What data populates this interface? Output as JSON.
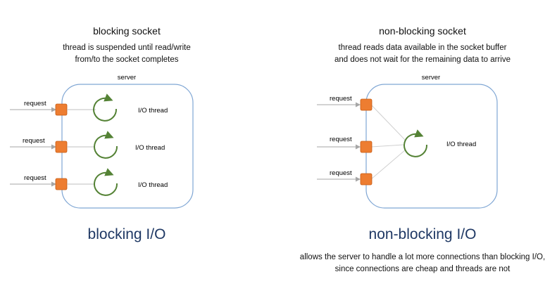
{
  "left": {
    "title": "blocking socket",
    "desc_line1": "thread is suspended until read/write",
    "desc_line2": "from/to the socket completes",
    "server_label": "server",
    "request_label": "request",
    "thread_label": "I/O thread",
    "caption": "blocking I/O"
  },
  "right": {
    "title": "non-blocking socket",
    "desc_line1": "thread reads data available in the socket buffer",
    "desc_line2": "and does not wait for the remaining data to arrive",
    "server_label": "server",
    "request_label": "request",
    "thread_label": "I/O thread",
    "caption": "non-blocking I/O",
    "note_line1": "allows the server to handle a lot more connections than blocking I/O,",
    "note_line2": "since connections are cheap and threads are not"
  },
  "colors": {
    "server_border": "#7fa6d4",
    "socket_fill": "#ed7d31",
    "thread_circle": "#548235",
    "caption": "#1f3864"
  }
}
